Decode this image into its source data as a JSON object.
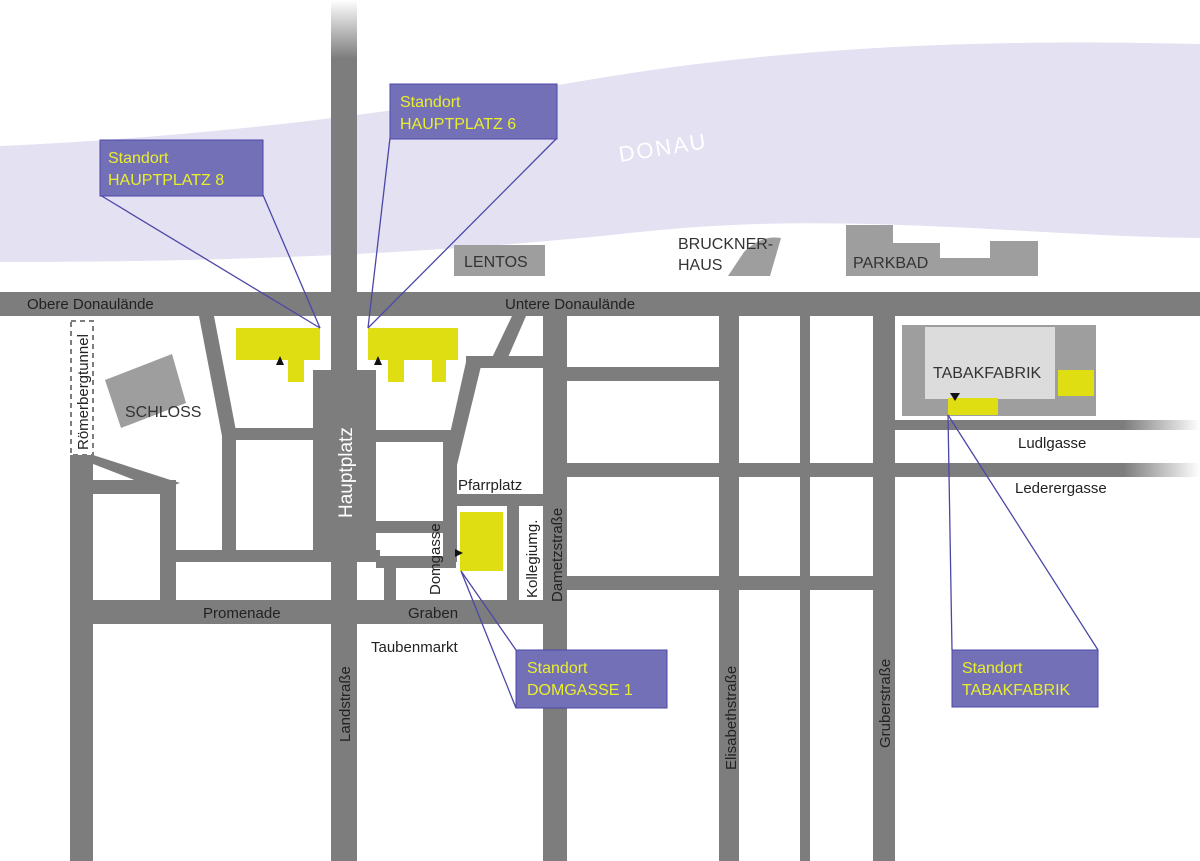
{
  "colors": {
    "background": "#ffffff",
    "road": "#7d7d7d",
    "river": "#e3e1f2",
    "highlight": "#dede12",
    "building": "#9e9e9e",
    "callout_box": "#7470b7",
    "callout_text": "#e9ef2c",
    "leader": "#4b47a8"
  },
  "river": {
    "label": "DONAU"
  },
  "streets": {
    "obere_donaulande": "Obere Donaulände",
    "untere_donaulande": "Untere Donaulände",
    "hauptplatz": "Hauptplatz",
    "pfarrplatz": "Pfarrplatz",
    "domgasse": "Domgasse",
    "kollegiumg": "Kollegiumg.",
    "dametzstrasse": "Dametzstraße",
    "promenade": "Promenade",
    "graben": "Graben",
    "taubenmarkt": "Taubenmarkt",
    "landstrasse": "Landstraße",
    "elisabethstrasse": "Elisabethstraße",
    "gruberstrasse": "Gruberstraße",
    "ludlgasse": "Ludlgasse",
    "lederergasse": "Lederergasse",
    "roemerbergtunnel": "Römerbergtunnel"
  },
  "landmarks": {
    "lentos": "LENTOS",
    "brucknerhaus_line1": "BRUCKNER-",
    "brucknerhaus_line2": "HAUS",
    "parkbad": "PARKBAD",
    "schloss": "SCHLOSS",
    "tabakfabrik": "TABAKFABRIK"
  },
  "locations": [
    {
      "id": "hauptplatz-8",
      "line1": "Standort",
      "line2": "HAUPTPLATZ 8"
    },
    {
      "id": "hauptplatz-6",
      "line1": "Standort",
      "line2": "HAUPTPLATZ 6"
    },
    {
      "id": "domgasse-1",
      "line1": "Standort",
      "line2": "DOMGASSE 1"
    },
    {
      "id": "tabakfabrik",
      "line1": "Standort",
      "line2": "TABAKFABRIK"
    }
  ]
}
